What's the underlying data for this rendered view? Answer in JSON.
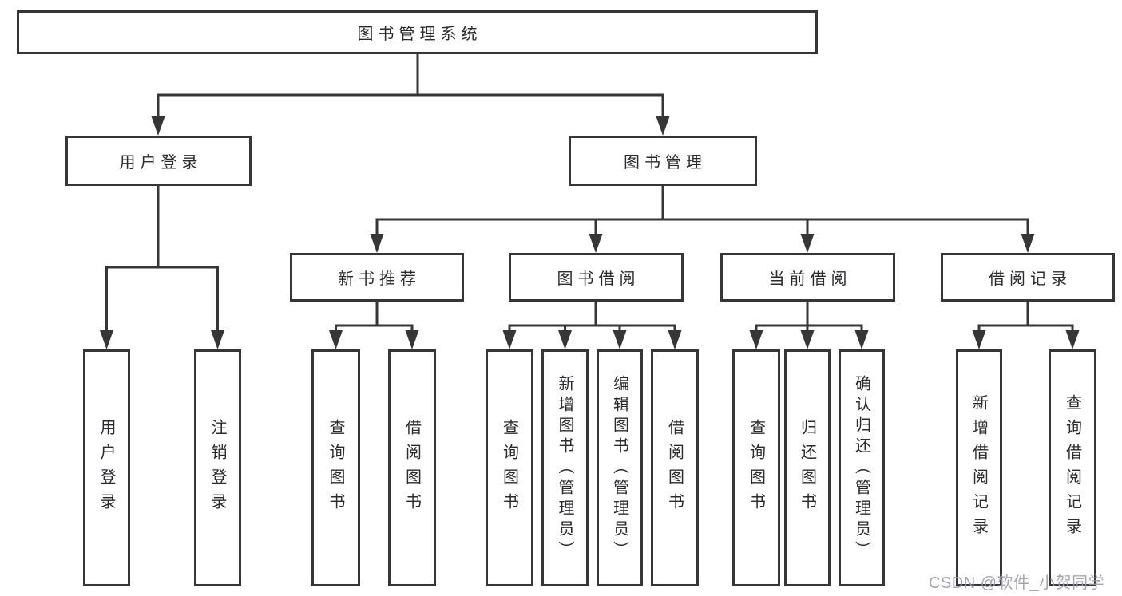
{
  "tree": {
    "root": {
      "label": "图书管理系统"
    },
    "level2": [
      {
        "label": "用户登录",
        "children": [
          {
            "label": "用户登录"
          },
          {
            "label": "注销登录"
          }
        ]
      },
      {
        "label": "图书管理",
        "children": [
          {
            "label": "新书推荐",
            "children": [
              {
                "label": "查询图书"
              },
              {
                "label": "借阅图书"
              }
            ]
          },
          {
            "label": "图书借阅",
            "children": [
              {
                "label": "查询图书"
              },
              {
                "label": "新增图书（管理员）"
              },
              {
                "label": "编辑图书（管理员）"
              },
              {
                "label": "借阅图书"
              }
            ]
          },
          {
            "label": "当前借阅",
            "children": [
              {
                "label": "查询图书"
              },
              {
                "label": "归还图书"
              },
              {
                "label": "确认归还（管理员）"
              }
            ]
          },
          {
            "label": "借阅记录",
            "children": [
              {
                "label": "新增借阅记录"
              },
              {
                "label": "查询借阅记录"
              }
            ]
          }
        ]
      }
    ]
  },
  "watermark": "CSDN @软件_小贺同学",
  "colors": {
    "line": "#363636",
    "box_border": "#363636",
    "text": "#2b2b2e",
    "watermark": "#9b9ba6",
    "background": "#ffffff"
  }
}
